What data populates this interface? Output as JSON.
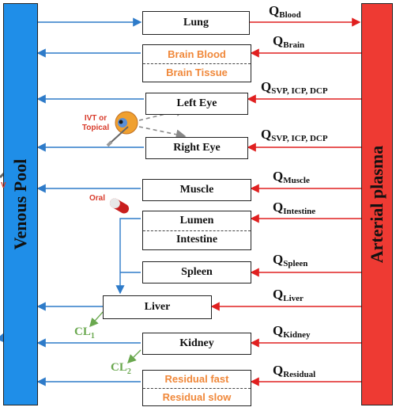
{
  "pools": {
    "venous": "Venous Pool",
    "arterial": "Arterial plasma"
  },
  "organs": {
    "lung": "Lung",
    "brain_blood": "Brain Blood",
    "brain_tissue": "Brain Tissue",
    "left_eye": "Left Eye",
    "right_eye": "Right Eye",
    "muscle": "Muscle",
    "lumen": "Lumen",
    "intestine": "Intestine",
    "spleen": "Spleen",
    "liver": "Liver",
    "kidney": "Kidney",
    "residual_fast": "Residual fast",
    "residual_slow": "Residual slow"
  },
  "flows": {
    "blood": {
      "q": "Q",
      "sub": "Blood"
    },
    "brain": {
      "q": "Q",
      "sub": "Brain"
    },
    "svp_left": {
      "q": "Q",
      "sub": "SVP, ICP, DCP"
    },
    "svp_right": {
      "q": "Q",
      "sub": "SVP, ICP, DCP"
    },
    "muscle": {
      "q": "Q",
      "sub": "Muscle"
    },
    "intestine": {
      "q": "Q",
      "sub": "Intestine"
    },
    "spleen": {
      "q": "Q",
      "sub": "Spleen"
    },
    "liver": {
      "q": "Q",
      "sub": "Liver"
    },
    "kidney": {
      "q": "Q",
      "sub": "Kidney"
    },
    "residual": {
      "q": "Q",
      "sub": "Residual"
    }
  },
  "clearance": {
    "cl1": {
      "main": "CL",
      "sub": "1"
    },
    "cl2": {
      "main": "CL",
      "sub": "2"
    }
  },
  "routes": {
    "ivt": "IVT or Topical",
    "oral": "Oral",
    "iv": "V"
  },
  "colors": {
    "venous": "#1f8ee8",
    "arterial": "#ee3a33",
    "compartment_text": "#f0883a",
    "clearance": "#6aa84f"
  }
}
